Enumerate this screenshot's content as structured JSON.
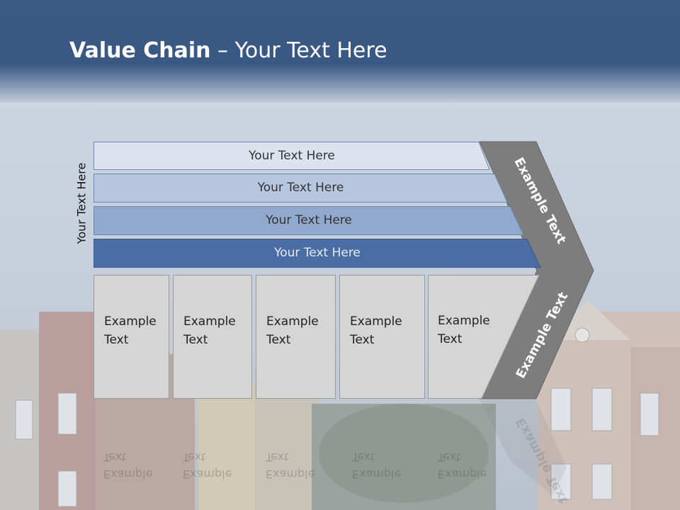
{
  "slide": {
    "title_bold": "Value Chain",
    "title_rest": " – Your Text Here",
    "vertical_label": "Your Text Here"
  },
  "bands": [
    {
      "label": "Your Text Here",
      "color": "#dce3ee"
    },
    {
      "label": "Your Text Here",
      "color": "#b7c7df"
    },
    {
      "label": "Your Text Here",
      "color": "#91a9cd"
    },
    {
      "label": "Your Text Here",
      "color": "#4a6da5"
    }
  ],
  "boxes": [
    {
      "line1": "Example",
      "line2": "Text"
    },
    {
      "line1": "Example",
      "line2": "Text"
    },
    {
      "line1": "Example",
      "line2": "Text"
    },
    {
      "line1": "Example",
      "line2": "Text"
    },
    {
      "line1": "Example",
      "line2": "Text"
    }
  ],
  "chevron": {
    "upper_text": "Example Text",
    "lower_text": "Example Text",
    "color": "#7d7d7d"
  }
}
